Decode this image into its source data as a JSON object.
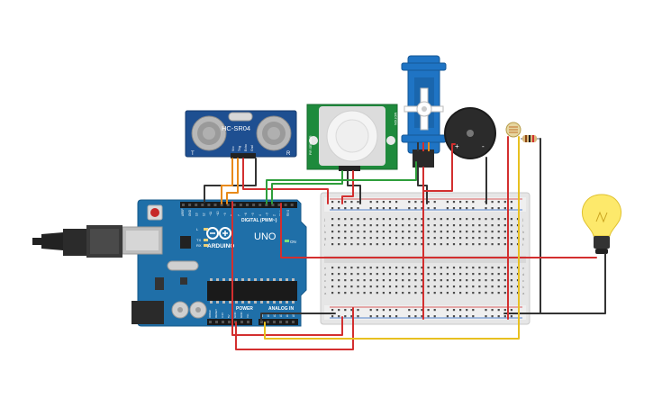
{
  "ultrasonic": {
    "model": "HC-SR04",
    "pins": [
      "Vcc",
      "Trig",
      "Echo",
      "Gnd"
    ],
    "corner_left": "T",
    "corner_right": "R"
  },
  "pir": {
    "label_left": "PIR SENSOR",
    "label_right": "MOTION"
  },
  "arduino": {
    "brand": "ARDUINO",
    "model": "UNO",
    "digital_label": "DIGITAL (PWM~)",
    "power_label": "POWER",
    "analog_label": "ANALOG IN",
    "on_label": "ON",
    "tx": "TX",
    "rx": "RX",
    "l": "L",
    "digital_pins": [
      "AREF",
      "GND",
      "13",
      "12",
      "~11",
      "~10",
      "~9",
      "8",
      "7",
      "~6",
      "~5",
      "4",
      "~3",
      "2",
      "TX 1",
      "RX 0"
    ],
    "analog_pins": [
      "A0",
      "A1",
      "A2",
      "A3",
      "A4",
      "A5"
    ],
    "power_pins": [
      "IOREF",
      "RESET",
      "3.3V",
      "5V",
      "GND",
      "GND",
      "Vin"
    ]
  },
  "breadboard": {
    "rows_top": [
      "j",
      "i",
      "h",
      "g",
      "f"
    ],
    "rows_bottom": [
      "e",
      "d",
      "c",
      "b",
      "a"
    ],
    "columns": 30
  },
  "colors": {
    "wire_red": "#d32f2f",
    "wire_black": "#333333",
    "wire_green": "#2e9e3b",
    "wire_orange": "#e88a1a",
    "wire_yellow": "#e8c020",
    "arduino_blue": "#1f6fa8",
    "pir_green": "#1e8a3c"
  },
  "icons": [
    "usb-plug-icon",
    "lightbulb-icon",
    "buzzer-icon",
    "servo-icon",
    "photoresistor-icon",
    "resistor-icon"
  ]
}
